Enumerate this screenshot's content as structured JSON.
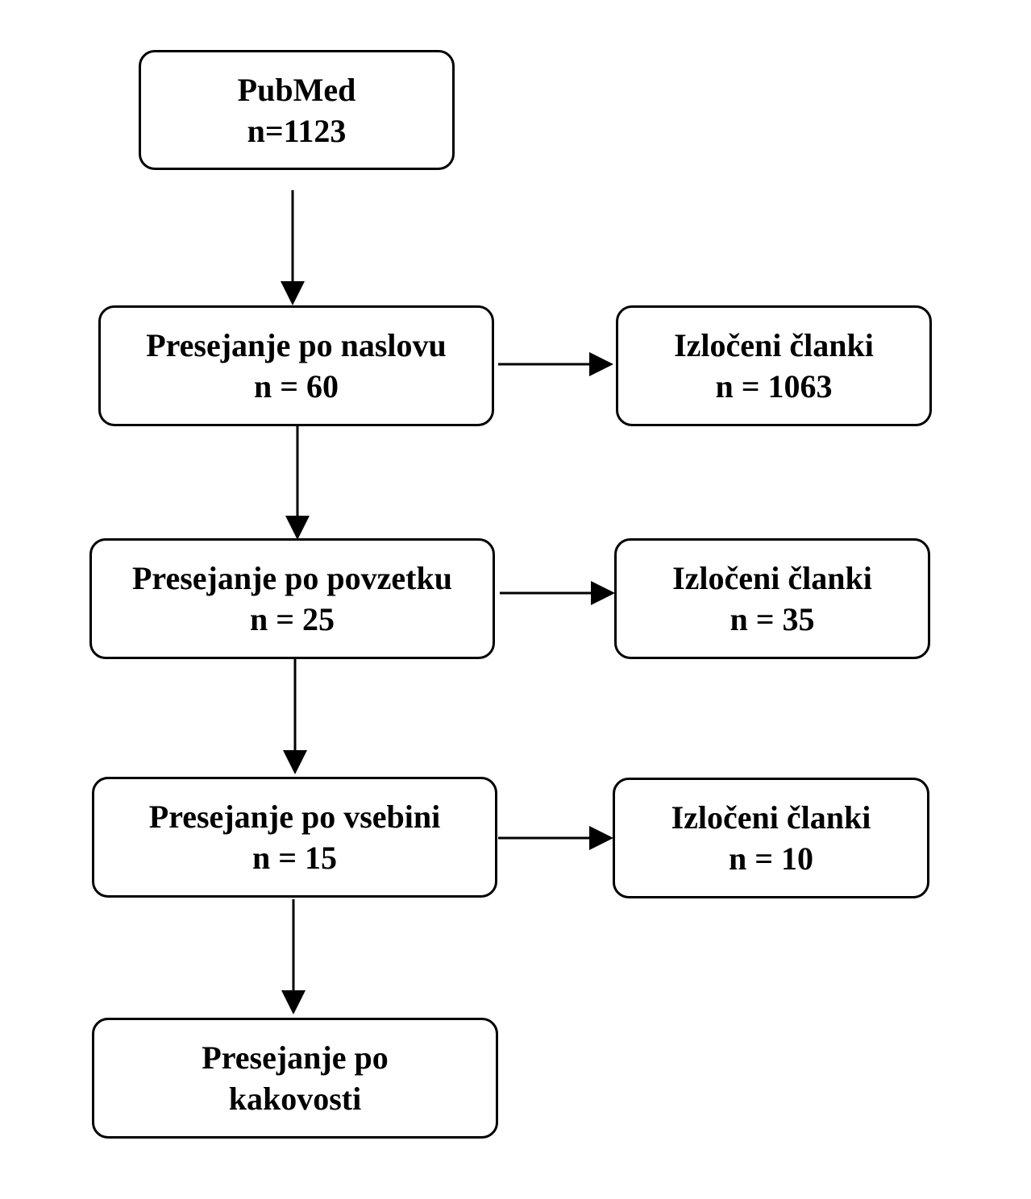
{
  "diagram": {
    "nodes": {
      "source": {
        "line1": "PubMed",
        "line2": "n=1123"
      },
      "title_screening": {
        "line1": "Presejanje po naslovu",
        "line2": "n = 60"
      },
      "excluded_1": {
        "line1": "Izločeni članki",
        "line2": "n = 1063"
      },
      "abstract_screening": {
        "line1": "Presejanje po povzetku",
        "line2": "n = 25"
      },
      "excluded_2": {
        "line1": "Izločeni članki",
        "line2": "n = 35"
      },
      "content_screening": {
        "line1": "Presejanje po vsebini",
        "line2": "n = 15"
      },
      "excluded_3": {
        "line1": "Izločeni članki",
        "line2": "n = 10"
      },
      "quality_screening": {
        "line1": "Presejanje po",
        "line2": "kakovosti"
      }
    },
    "edges": [
      {
        "from": "source",
        "to": "title_screening"
      },
      {
        "from": "title_screening",
        "to": "excluded_1"
      },
      {
        "from": "title_screening",
        "to": "abstract_screening"
      },
      {
        "from": "abstract_screening",
        "to": "excluded_2"
      },
      {
        "from": "abstract_screening",
        "to": "content_screening"
      },
      {
        "from": "content_screening",
        "to": "excluded_3"
      },
      {
        "from": "content_screening",
        "to": "quality_screening"
      }
    ]
  }
}
